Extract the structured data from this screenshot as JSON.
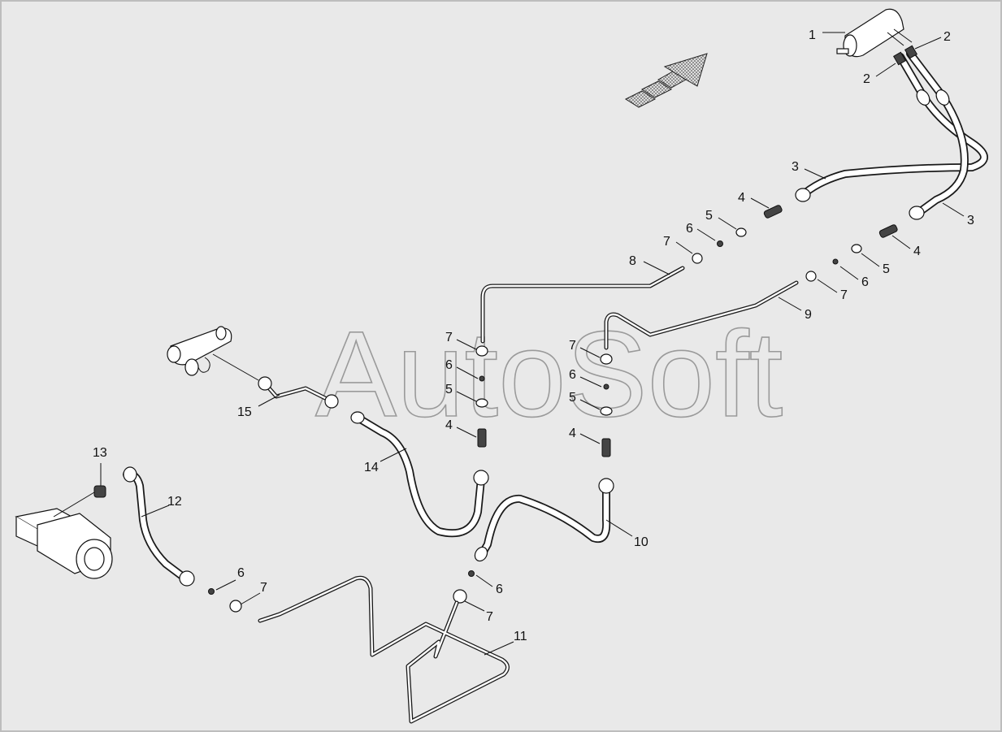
{
  "watermark": "AutoSoft",
  "callouts": [
    {
      "id": "c1",
      "text": "1"
    },
    {
      "id": "c2a",
      "text": "2"
    },
    {
      "id": "c2b",
      "text": "2"
    },
    {
      "id": "c3a",
      "text": "3"
    },
    {
      "id": "c3b",
      "text": "3"
    },
    {
      "id": "c4a",
      "text": "4"
    },
    {
      "id": "c4b",
      "text": "4"
    },
    {
      "id": "c4c",
      "text": "4"
    },
    {
      "id": "c4d",
      "text": "4"
    },
    {
      "id": "c5a",
      "text": "5"
    },
    {
      "id": "c5b",
      "text": "5"
    },
    {
      "id": "c5c",
      "text": "5"
    },
    {
      "id": "c5d",
      "text": "5"
    },
    {
      "id": "c6a",
      "text": "6"
    },
    {
      "id": "c6b",
      "text": "6"
    },
    {
      "id": "c6c",
      "text": "6"
    },
    {
      "id": "c6d",
      "text": "6"
    },
    {
      "id": "c6e",
      "text": "6"
    },
    {
      "id": "c6f",
      "text": "6"
    },
    {
      "id": "c7a",
      "text": "7"
    },
    {
      "id": "c7b",
      "text": "7"
    },
    {
      "id": "c7c",
      "text": "7"
    },
    {
      "id": "c7d",
      "text": "7"
    },
    {
      "id": "c7e",
      "text": "7"
    },
    {
      "id": "c7f",
      "text": "7"
    },
    {
      "id": "c8",
      "text": "8"
    },
    {
      "id": "c9",
      "text": "9"
    },
    {
      "id": "c10",
      "text": "10"
    },
    {
      "id": "c11",
      "text": "11"
    },
    {
      "id": "c12",
      "text": "12"
    },
    {
      "id": "c13",
      "text": "13"
    },
    {
      "id": "c14",
      "text": "14"
    },
    {
      "id": "c15",
      "text": "15"
    }
  ]
}
